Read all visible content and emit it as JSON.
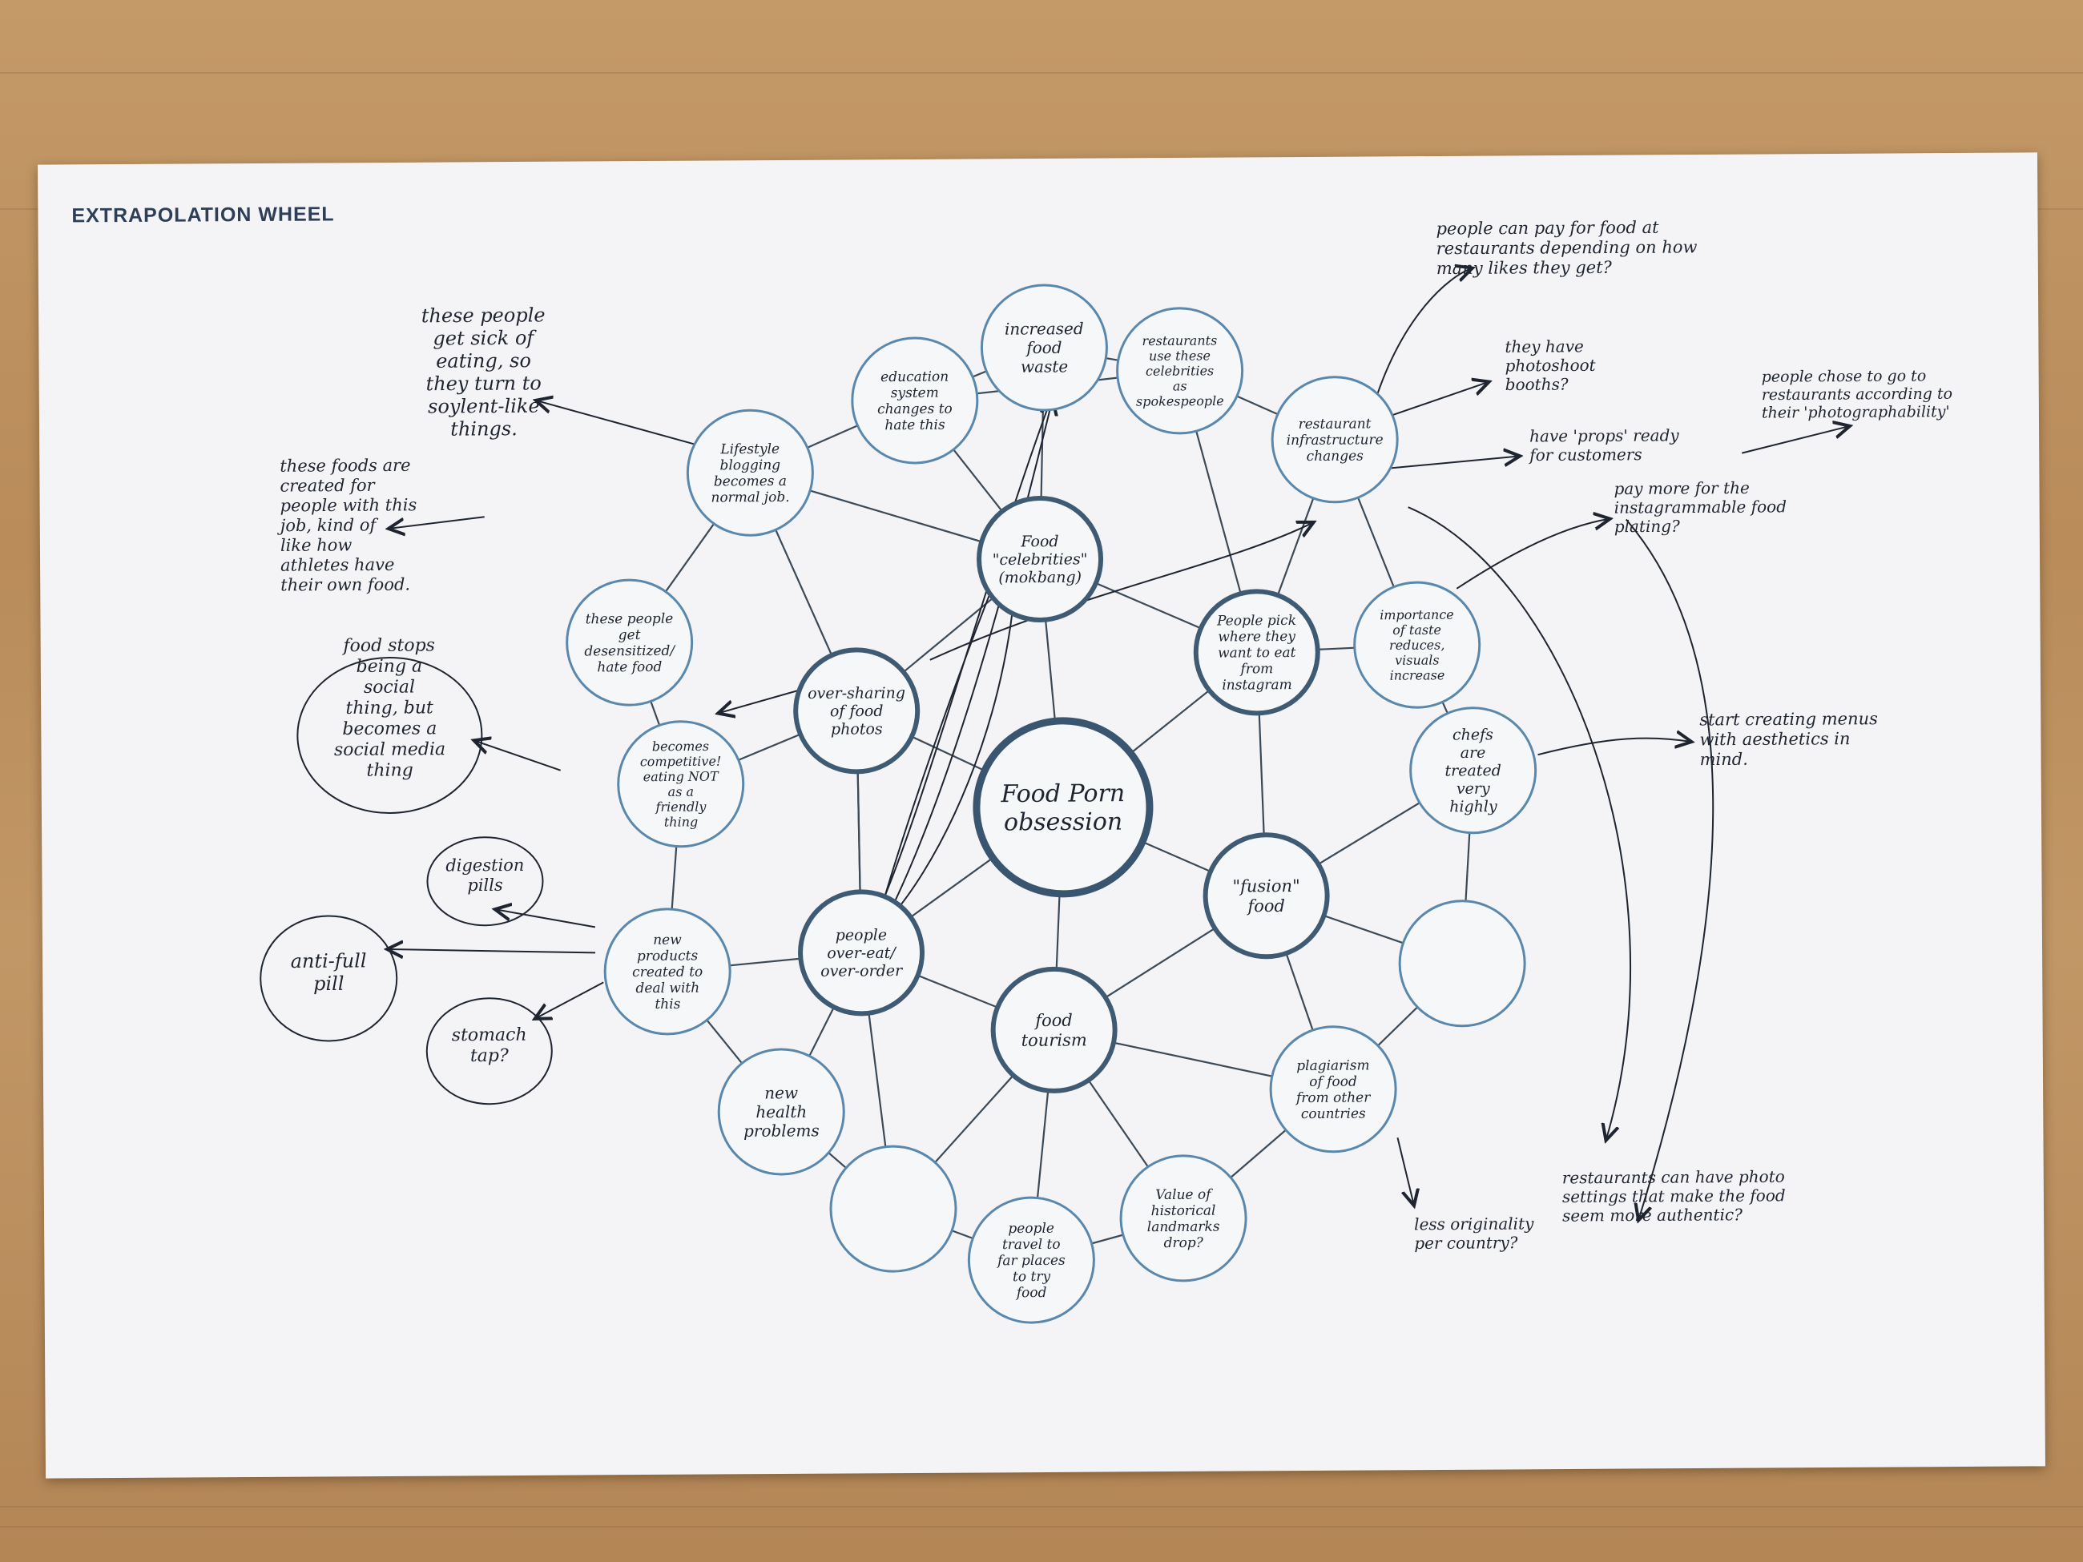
{
  "sheet": {
    "title": "EXTRAPOLATION WHEEL"
  },
  "colors": {
    "ring": "#5a88ad",
    "ring_dark": "#3f5a73",
    "ink": "#1f2530",
    "paper": "#f4f4f6"
  },
  "nodes": {
    "center": "Food Porn obsession",
    "celebrities": "Food \"celebrities\" (mokbang)",
    "people_pick": "People pick where they want to eat from instagram",
    "oversharing": "over-sharing of food photos",
    "overeat": "people over-eat/ over-order",
    "fusion": "\"fusion\" food",
    "tourism": "food tourism",
    "increased_waste": "increased food waste",
    "education": "education system changes to hate this",
    "lifestyle": "Lifestyle blogging becomes a normal job.",
    "desensitized": "these people get desensitized/ hate food",
    "competitive": "becomes competitive! eating NOT as a friendly thing",
    "new_products": "new products created to deal with this",
    "health": "new health problems",
    "empty_bottom": "",
    "travel": "people travel to far places to try food",
    "landmarks": "Value of historical landmarks drop?",
    "plagiarism": "plagiarism of food from other countries",
    "empty_right": "",
    "chefs": "chefs are treated very highly",
    "taste": "importance of taste reduces, visuals increase",
    "infrastructure": "restaurant infrastructure changes",
    "spokespeople": "restaurants use these celebrities as spokespeople"
  },
  "notes": {
    "soylent": "these people get sick of eating, so they turn to soylent-like things.",
    "foods_created": "these foods are created for people with this job, kind of like how athletes have their own food.",
    "social_thing": "food stops being a social thing, but becomes a social media thing",
    "digestion": "digestion pills",
    "anti_full": "anti-full pill",
    "stomach": "stomach tap?",
    "pay_likes": "people can pay for food at restaurants depending on how many likes they get?",
    "photoshoot": "they have photoshoot booths?",
    "props": "have 'props' ready for customers",
    "photographability": "people chose to go to restaurants according to their 'photographability'",
    "pay_more": "pay more for the instagrammable food plating?",
    "menus": "start creating menus with aesthetics in mind.",
    "photo_settings": "restaurants can have photo settings that make the food seem more authentic?",
    "originality": "less originality per country?"
  }
}
